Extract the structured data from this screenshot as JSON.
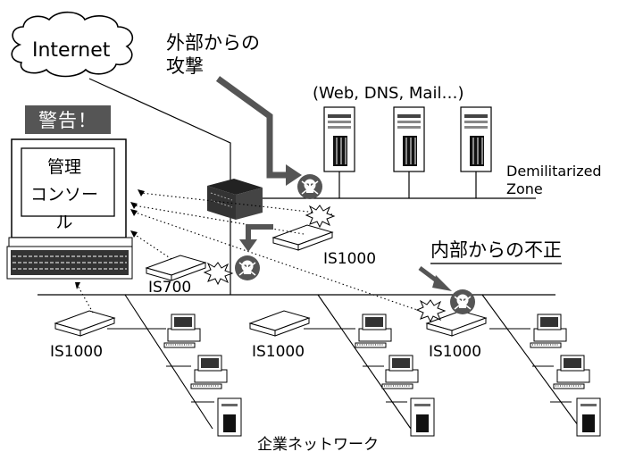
{
  "internet_label": "Internet",
  "external_attack": {
    "line1": "外部からの",
    "line2": "攻撃"
  },
  "servers_label": "(Web, DNS, Mail…)",
  "dmz_label": {
    "line1": "Demilitarized",
    "line2": "Zone"
  },
  "alert_badge": "警告！",
  "console_label": {
    "line1": "管理",
    "line2": "コンソール"
  },
  "internal_threat": "内部からの不正",
  "devices": {
    "is1000_dmz": "IS1000",
    "is700": "IS700",
    "is1000_left": "IS1000",
    "is1000_center": "IS1000",
    "is1000_right": "IS1000"
  },
  "corporate_network": "企業ネットワーク",
  "colors": {
    "arrow": "#555555",
    "threat": "#555555",
    "line": "#000000",
    "alert_bg": "#555555"
  },
  "icons": [
    "cloud-icon",
    "skull-icon",
    "explosion-icon",
    "server-tower-icon",
    "pc-icon",
    "switch-box-icon",
    "firewall-icon",
    "console-terminal-icon"
  ]
}
